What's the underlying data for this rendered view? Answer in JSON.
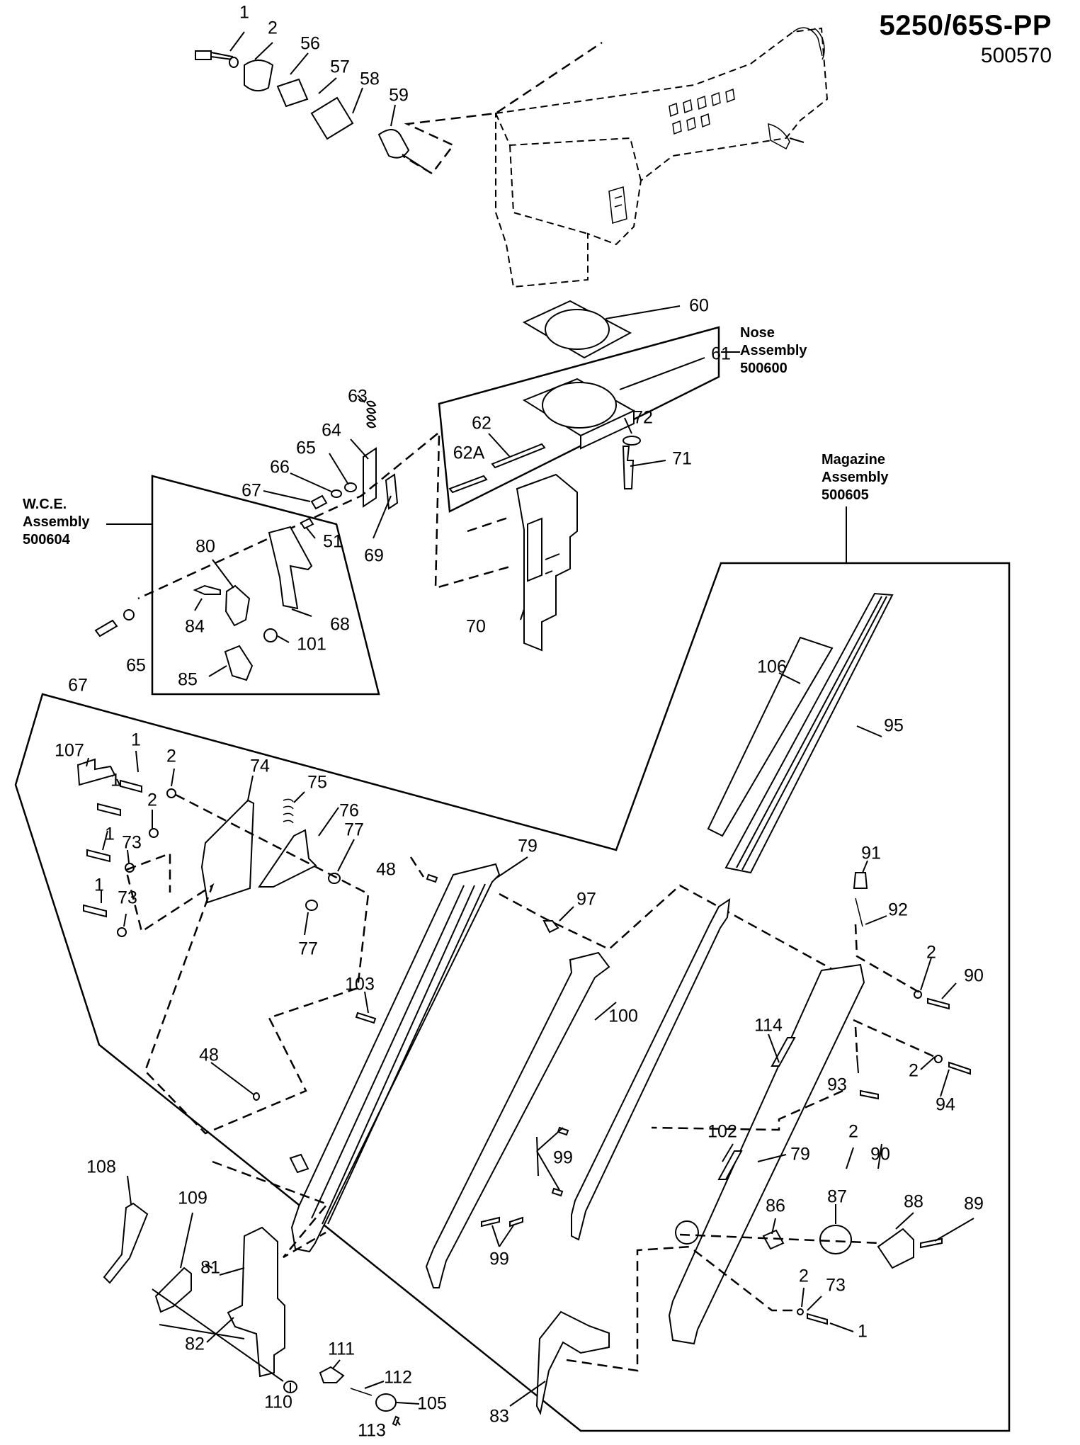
{
  "header": {
    "model": "5250/65S-PP",
    "part_number": "500570"
  },
  "assemblies": {
    "nose": {
      "name": "Nose\nAssembly",
      "number": "500600"
    },
    "wce": {
      "name": "W.C.E.\nAssembly",
      "number": "500604"
    },
    "magazine": {
      "name": "Magazine\nAssembly",
      "number": "500605"
    }
  },
  "callouts": [
    "1",
    "2",
    "56",
    "57",
    "58",
    "59",
    "60",
    "61",
    "62",
    "62A",
    "72",
    "71",
    "63",
    "64",
    "65",
    "66",
    "67",
    "69",
    "51",
    "80",
    "84",
    "68",
    "101",
    "85",
    "67",
    "65",
    "70",
    "106",
    "95",
    "107",
    "1",
    "2",
    "74",
    "75",
    "76",
    "77",
    "1",
    "2",
    "1",
    "73",
    "1",
    "73",
    "77",
    "48",
    "79",
    "97",
    "91",
    "92",
    "2",
    "90",
    "100",
    "103",
    "48",
    "114",
    "2",
    "94",
    "93",
    "102",
    "79",
    "2",
    "90",
    "99",
    "99",
    "108",
    "109",
    "81",
    "82",
    "86",
    "87",
    "88",
    "89",
    "111",
    "112",
    "105",
    "110",
    "2",
    "73",
    "1",
    "113",
    "83"
  ]
}
